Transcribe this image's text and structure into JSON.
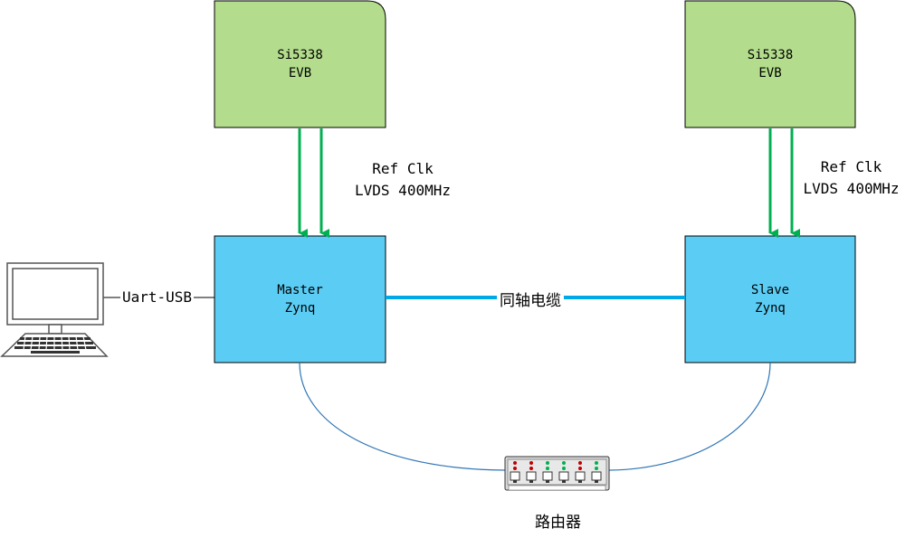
{
  "colors": {
    "evb_fill": "#b3dd8c",
    "zynq_fill": "#5bcdf5",
    "arrow": "#00b050",
    "coax": "#00a8e8",
    "ethernet": "#2e75b6",
    "box_stroke": "#000000"
  },
  "left_evb": {
    "line1": "Si5338",
    "line2": "EVB"
  },
  "right_evb": {
    "line1": "Si5338",
    "line2": "EVB"
  },
  "left_clock": {
    "line1": "Ref Clk",
    "line2": "LVDS 400MHz"
  },
  "right_clock": {
    "line1": "Ref Clk",
    "line2": "LVDS 400MHz"
  },
  "master": {
    "line1": "Master",
    "line2": "Zynq"
  },
  "slave": {
    "line1": "Slave",
    "line2": "Zynq"
  },
  "coax_label": "同轴电缆",
  "uart_label": "Uart-USB",
  "router_label": "路由器",
  "icons": {
    "computer": "computer-icon",
    "router": "router-icon"
  }
}
